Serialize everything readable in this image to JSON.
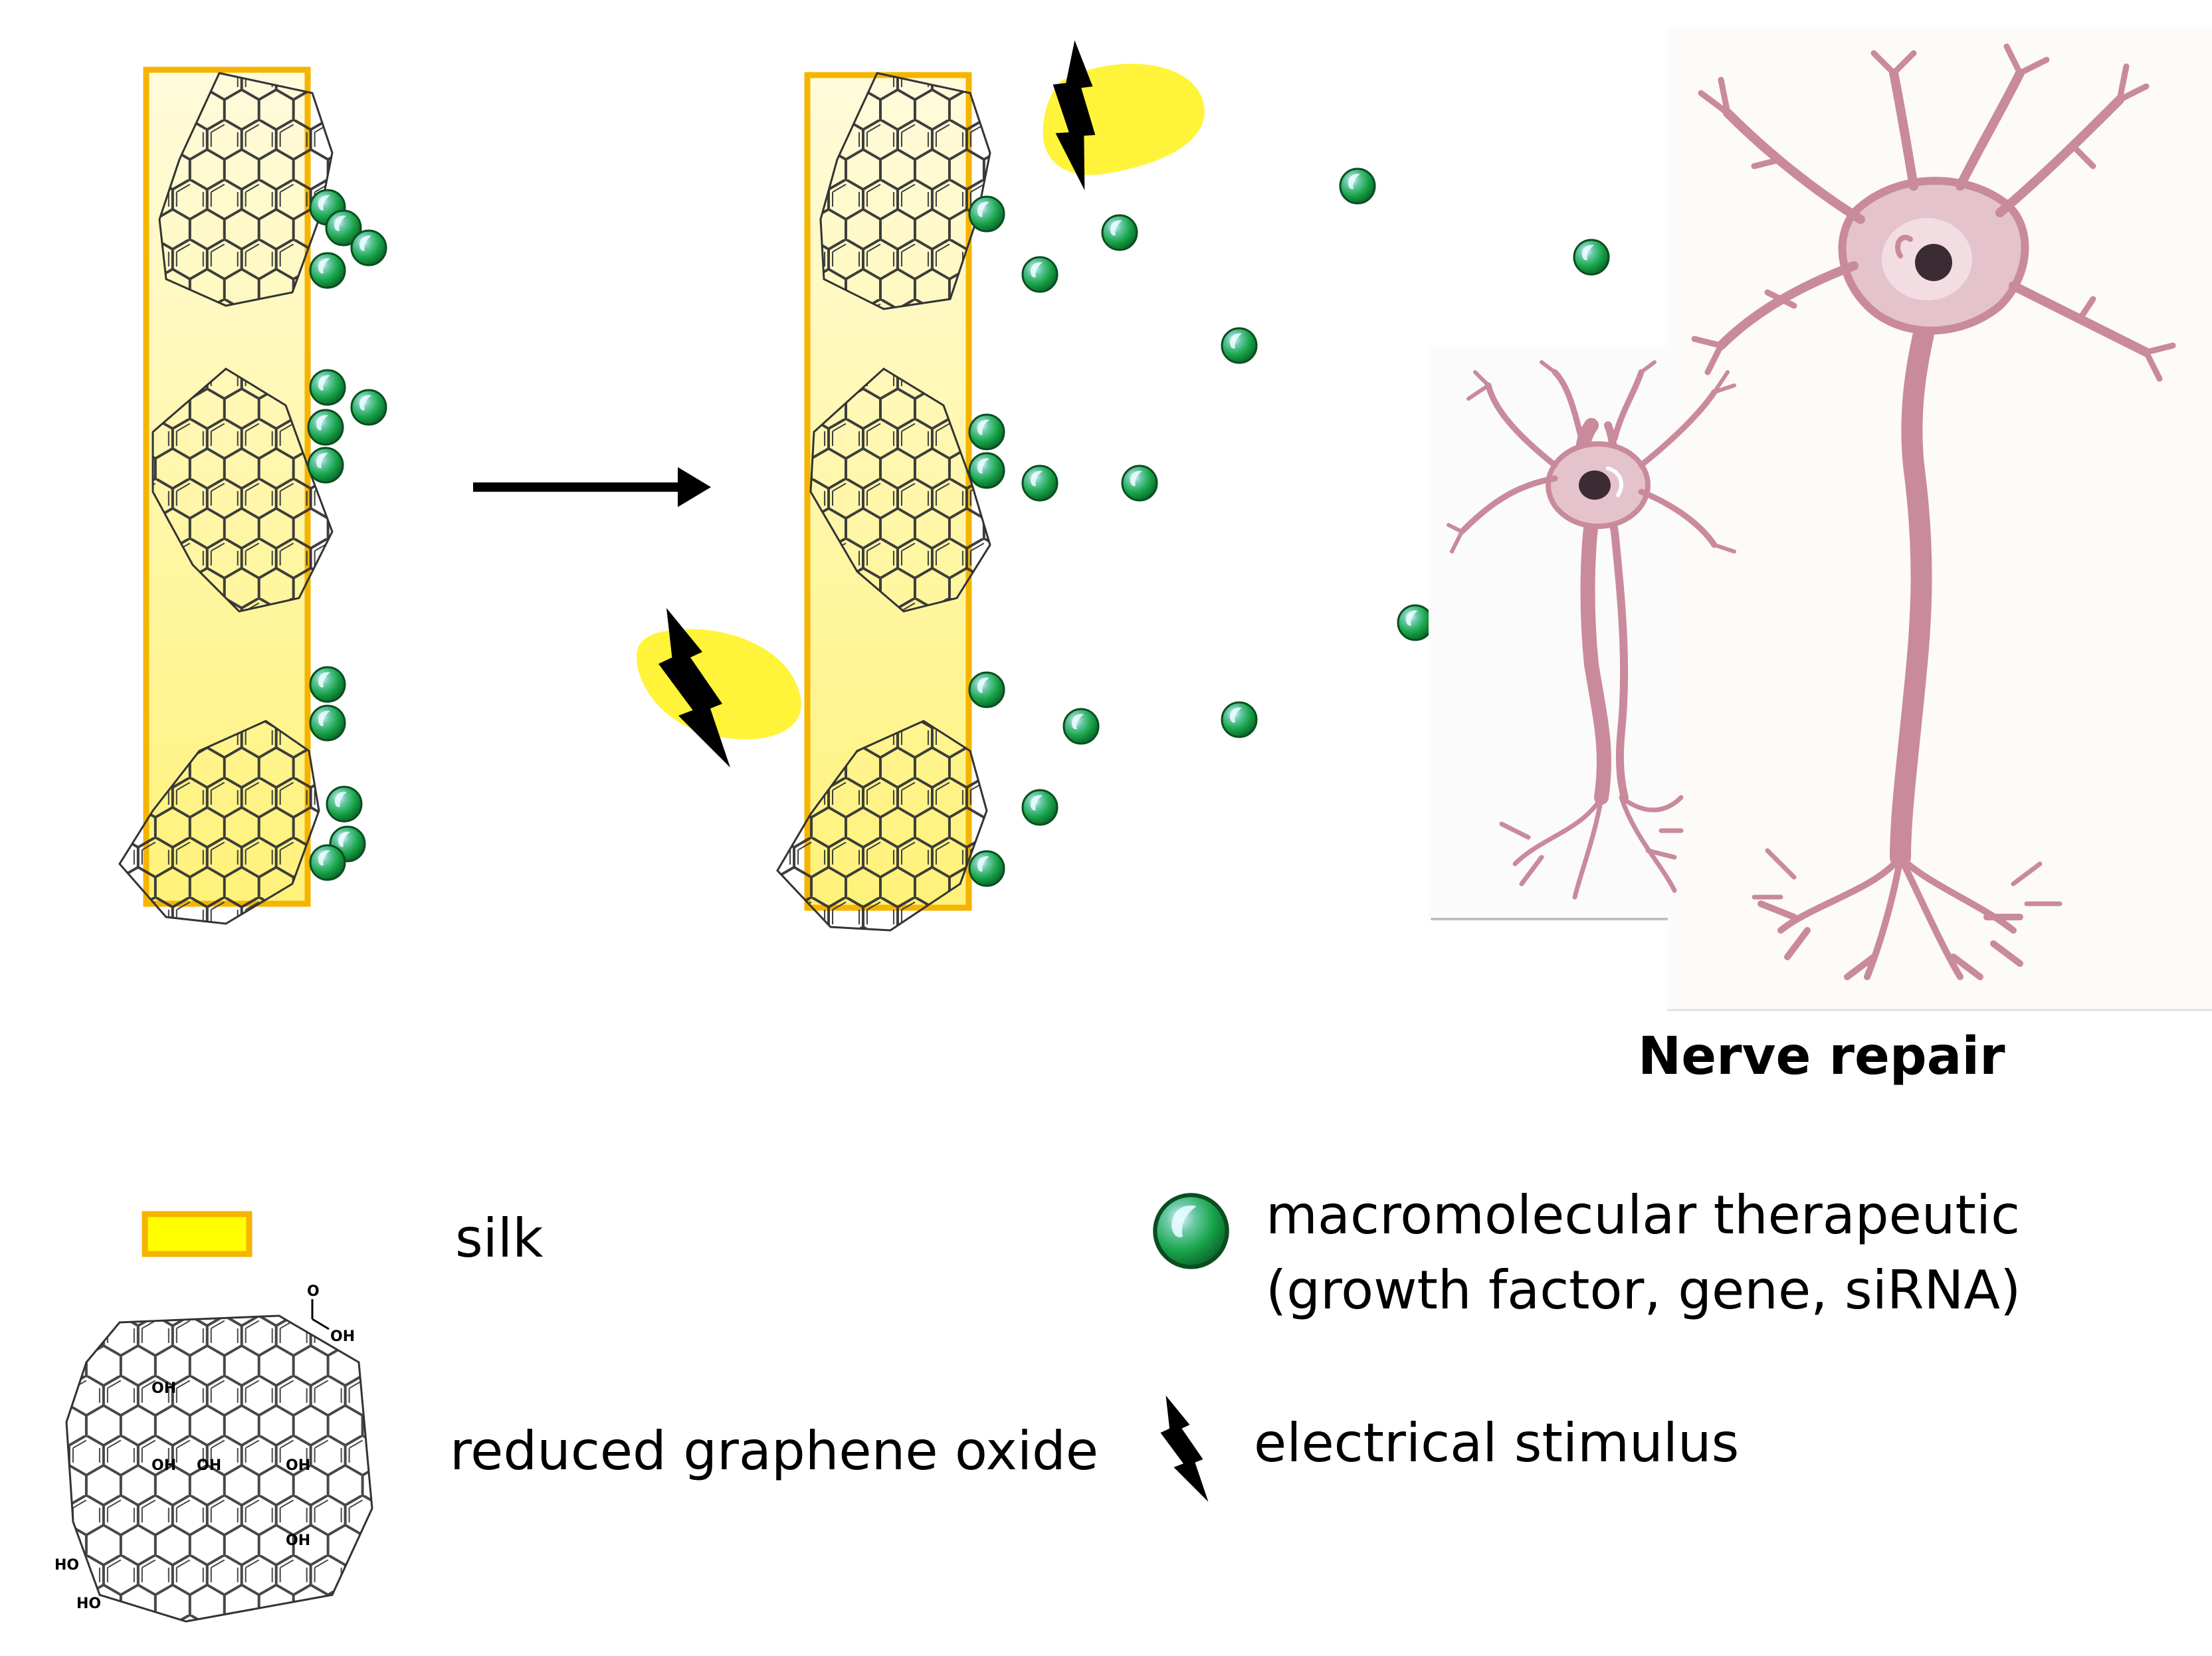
{
  "diagram": {
    "nerve_repair_label": "Nerve repair"
  },
  "legend": {
    "silk_label": "silk",
    "rgo_label": "reduced graphene oxide",
    "therapeutic_label_line1": "macromolecular therapeutic",
    "therapeutic_label_line2": "(growth factor, gene, siRNA)",
    "stimulus_label": "electrical stimulus",
    "rgo_structure_labels": [
      "O",
      "OH",
      "OH",
      "OH",
      "OH",
      "OH",
      "OH",
      "HO",
      "HO"
    ]
  },
  "colors": {
    "silk_fill": "#fff9b0",
    "silk_border": "#f5b400",
    "particle_green": "#19a64a",
    "bolt_glow": "#fff43a",
    "neuron": "#c98a9c",
    "nucleus": "#3b2b33"
  },
  "icons": [
    "graphene-sheet-icon",
    "particle-icon",
    "lightning-bolt-icon",
    "neuron-icon",
    "arrow-icon"
  ]
}
